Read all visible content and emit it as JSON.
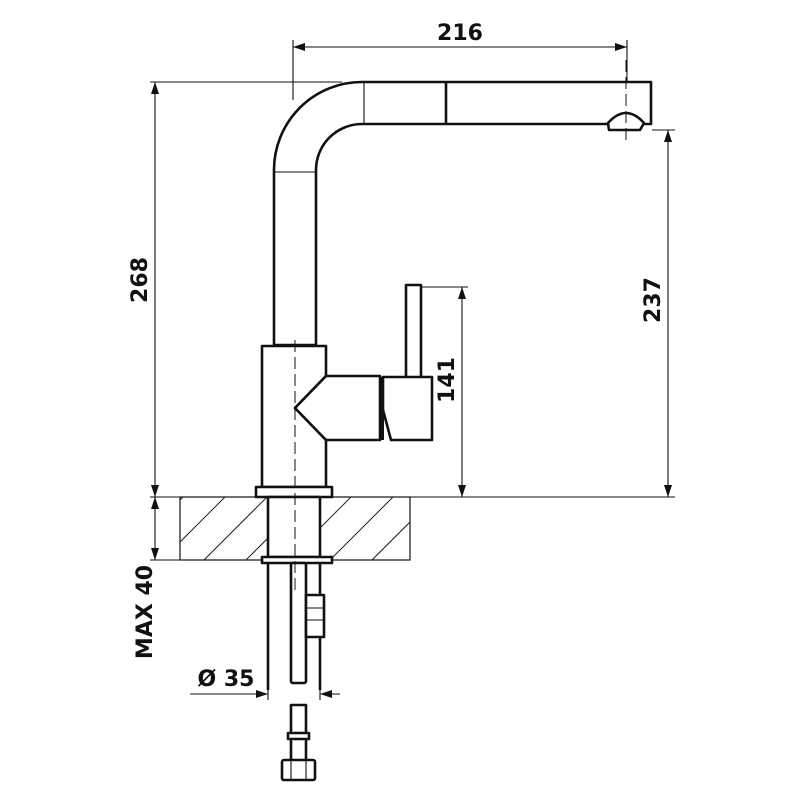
{
  "title": "Faucet dimension drawing",
  "dimensions": {
    "spout_reach": "216",
    "total_height": "268",
    "spout_outlet_height": "237",
    "lever_height": "141",
    "max_counter_thickness": "MAX 40",
    "hole_diameter": "Ø 35"
  },
  "colors": {
    "line": "#111111",
    "background": "#ffffff"
  }
}
